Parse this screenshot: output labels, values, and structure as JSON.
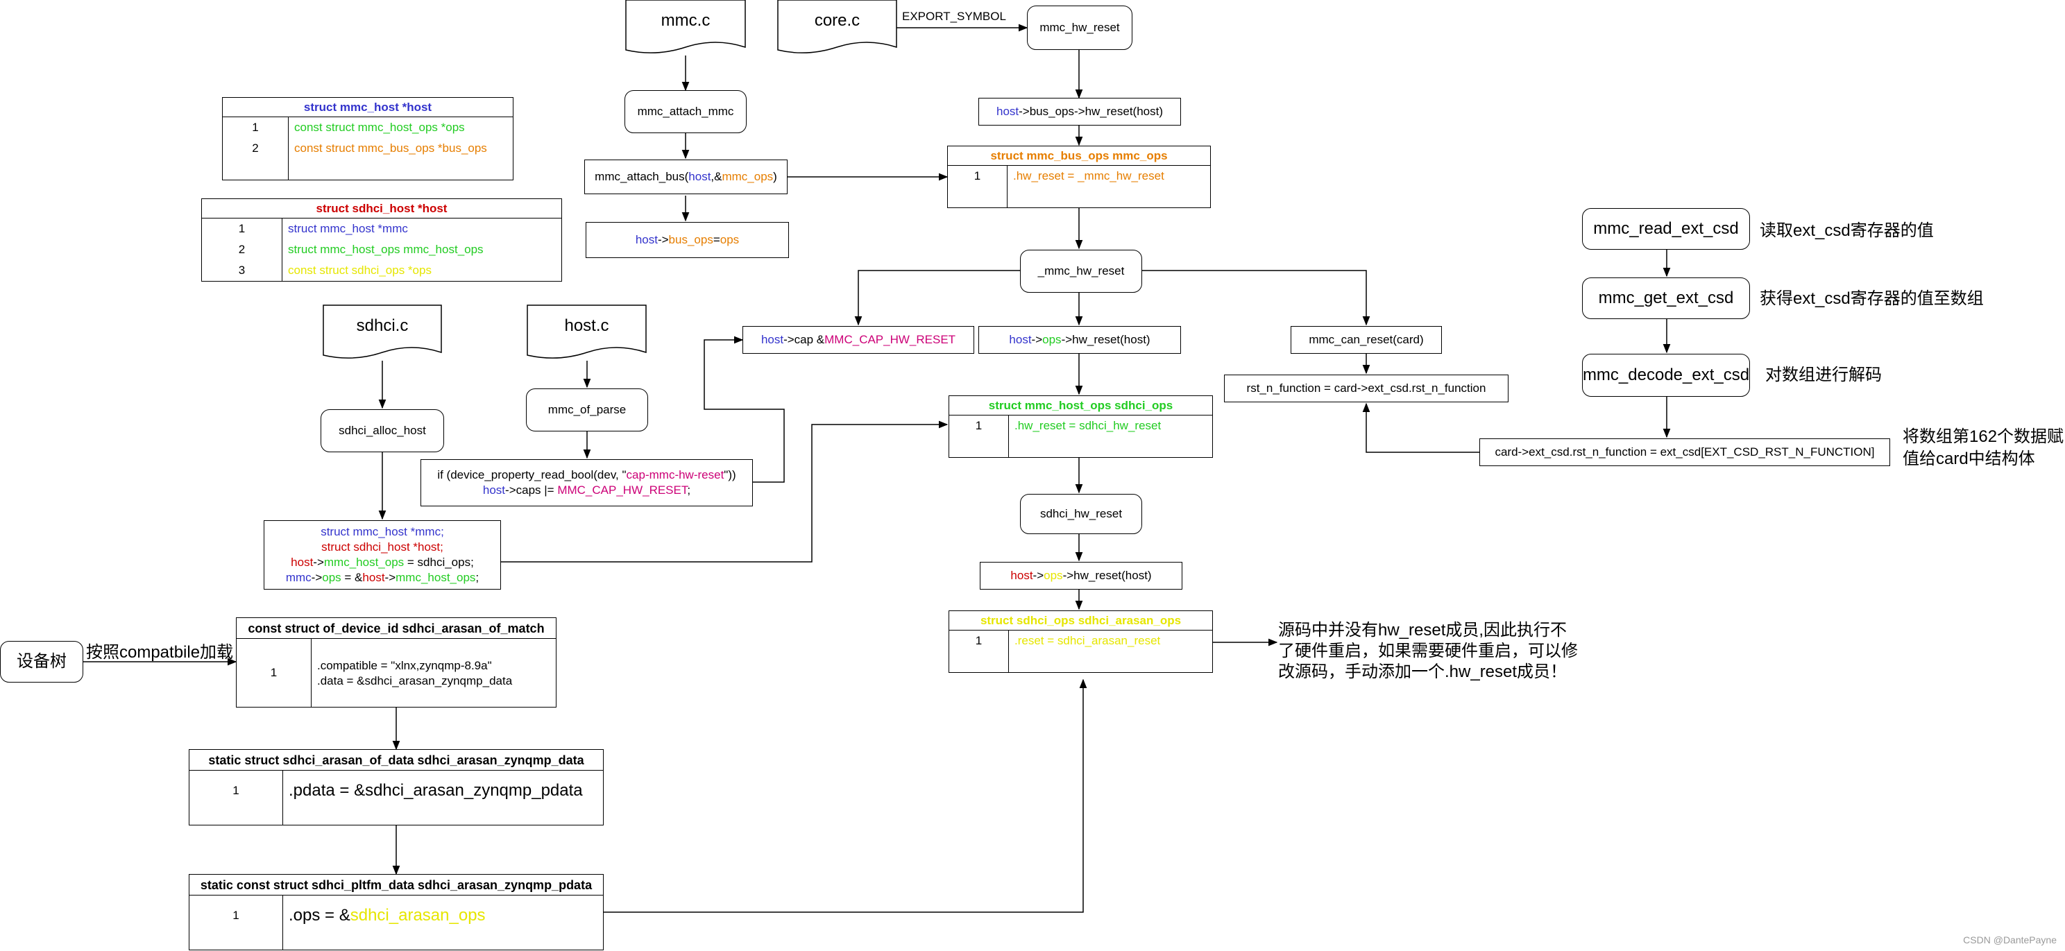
{
  "files": {
    "mmc_c": "mmc.c",
    "core_c": "core.c",
    "sdhci_c": "sdhci.c",
    "host_c": "host.c"
  },
  "export_symbol": "EXPORT_SYMBOL",
  "nodes": {
    "mmc_hw_reset": "mmc_hw_reset",
    "host_bus_ops_hw_reset": {
      "p1": "host",
      "p2": "->bus_ops->hw_reset(host)"
    },
    "mmc_attach_mmc": "mmc_attach_mmc",
    "mmc_attach_bus": {
      "p1": "mmc_attach_bus(",
      "p2": "host",
      "p3": ",&",
      "p4": "mmc_ops",
      "p5": ")"
    },
    "host_bus_ops_assign": {
      "p1": "host",
      "p2": "->",
      "p3": "bus_ops",
      "p4": " = ",
      "p5": "ops"
    },
    "_mmc_hw_reset": "_mmc_hw_reset",
    "host_cap": {
      "p1": "host",
      "p2": "->cap & ",
      "p3": "MMC_CAP_HW_RESET"
    },
    "host_ops_hw_reset": {
      "p1": "host",
      "p2": "->",
      "p3": "ops",
      "p4": "->hw_reset(host)"
    },
    "mmc_can_reset": "mmc_can_reset(card)",
    "rst_n_function": "rst_n_function = card->ext_csd.rst_n_function",
    "sdhci_alloc_host": "sdhci_alloc_host",
    "mmc_of_parse": "mmc_of_parse",
    "if_device_property": {
      "l1a": "if (device_property_read_bool(dev, \"",
      "l1b": "cap-mmc-hw-reset",
      "l1c": "\"))",
      "l2a": "host",
      "l2b": "->caps |= ",
      "l2c": "MMC_CAP_HW_RESET",
      ";": ";"
    },
    "sdhci_hw_reset": "sdhci_hw_reset",
    "host_ops_hw_reset2": {
      "p1": "host",
      "p2": "->",
      "p3": "ops",
      "p4": "->hw_reset(host)"
    },
    "struct_block": {
      "l1a": "struct mmc_host ",
      "l1b": "*mmc;",
      "l2": "struct sdhci_host *host;",
      "l3a": "host",
      "l3b": "->",
      "l3c": "mmc_host_ops",
      "l3d": " = sdhci_ops;",
      "l4a": "mmc",
      "l4b": "->",
      "l4c": "ops",
      "l4d": " = &",
      "l4e": "host",
      "l4f": "->",
      "l4g": "mmc_host_ops",
      ";": ";"
    },
    "device_tree": "设备树",
    "compat_label": "按照compatbile加载",
    "mmc_read_ext_csd": "mmc_read_ext_csd",
    "mmc_get_ext_csd": "mmc_get_ext_csd",
    "mmc_decode_ext_csd": "mmc_decode_ext_csd",
    "card_ext_csd": "card->ext_csd.rst_n_function = ext_csd[EXT_CSD_RST_N_FUNCTION]"
  },
  "notes": {
    "read_ext_csd": "读取ext_csd寄存器的值",
    "get_ext_csd": "获得ext_csd寄存器的值至数组",
    "decode_ext_csd": "对数组进行解码",
    "assign_l1": "将数组第162个数据赋",
    "assign_l2": "值给card中结构体",
    "src_l1": "源码中并没有hw_reset成员,因此执行不",
    "src_l2": "了硬件重启，如果需要硬件重启，可以修",
    "src_l3": "改源码，手动添加一个.hw_reset成员！"
  },
  "tables": {
    "mmc_host": {
      "title": "struct mmc_host *host",
      "rows": [
        {
          "idx": "1",
          "val": "const struct mmc_host_ops *ops"
        },
        {
          "idx": "2",
          "val": "const struct mmc_bus_ops *bus_ops"
        }
      ]
    },
    "sdhci_host": {
      "title": "struct sdhci_host *host",
      "rows": [
        {
          "idx": "1",
          "val": "struct mmc_host *mmc"
        },
        {
          "idx": "2",
          "val": "struct mmc_host_ops  mmc_host_ops"
        },
        {
          "idx": "3",
          "val": "const struct sdhci_ops *ops"
        }
      ]
    },
    "mmc_bus_ops": {
      "title": "struct mmc_bus_ops mmc_ops",
      "rows": [
        {
          "idx": "1",
          "val": ".hw_reset = _mmc_hw_reset"
        }
      ]
    },
    "mmc_host_ops": {
      "title": "struct mmc_host_ops sdhci_ops",
      "rows": [
        {
          "idx": "1",
          "val": ".hw_reset = sdhci_hw_reset"
        }
      ]
    },
    "sdhci_ops": {
      "title": "struct sdhci_ops sdhci_arasan_ops",
      "rows": [
        {
          "idx": "1",
          "val": ".reset = sdhci_arasan_reset"
        }
      ]
    },
    "of_match": {
      "title": "const struct of_device_id sdhci_arasan_of_match",
      "idx": "1",
      "l1": ".compatible = \"xlnx,zynqmp-8.9a\"",
      "l2": ".data = &sdhci_arasan_zynqmp_data"
    },
    "of_data": {
      "title": "static struct sdhci_arasan_of_data sdhci_arasan_zynqmp_data",
      "idx": "1",
      "val": ".pdata = &sdhci_arasan_zynqmp_pdata"
    },
    "pltfm_data": {
      "title": "static const struct sdhci_pltfm_data sdhci_arasan_zynqmp_pdata",
      "idx": "1",
      "valA": ".ops = &",
      "valB": "sdhci_arasan_ops"
    }
  },
  "watermark": "CSDN @DantePayne",
  "colors": {
    "blue": "#3333cc",
    "orange": "#e67e00",
    "green": "#22cc22",
    "yellow": "#e6e600",
    "red": "#cc0000",
    "magenta": "#cc0077"
  }
}
